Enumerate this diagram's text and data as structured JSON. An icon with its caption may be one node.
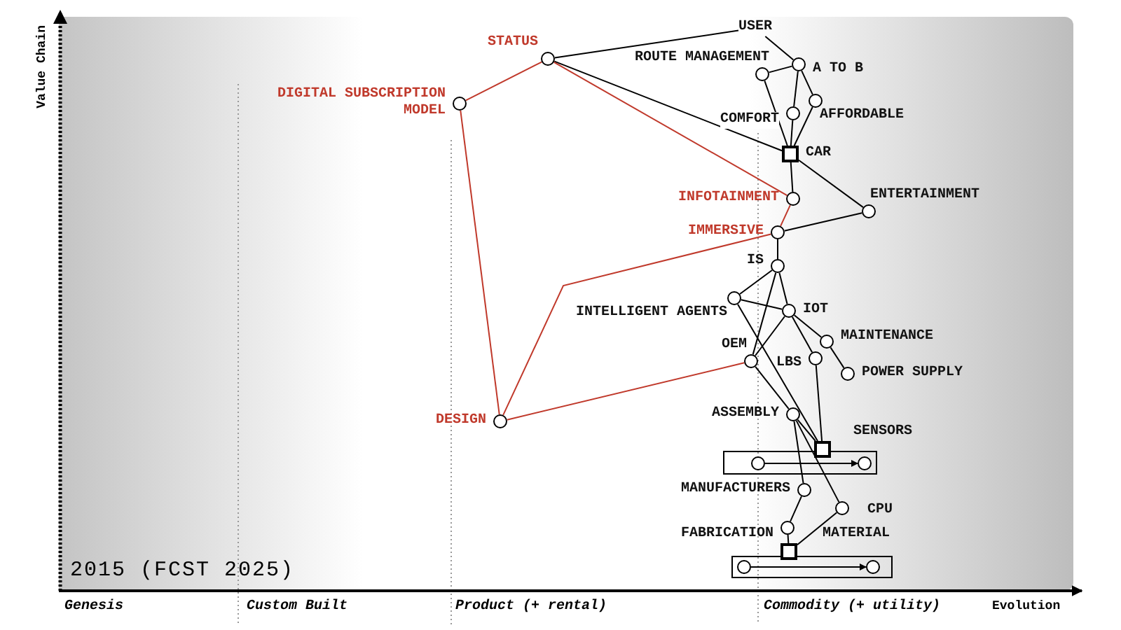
{
  "diagram": {
    "nodes": [
      {
        "text": [
          "USER"
        ]
      },
      {
        "text": [
          "STATUS"
        ]
      },
      {
        "text": [
          "DIGITAL SUBSCRIPTION MODEL"
        ]
      },
      {
        "text": [
          "A TO B"
        ]
      },
      {
        "text": [
          "ROUTE MANAGEMENT"
        ]
      },
      {
        "text": [
          "COMFORT"
        ]
      },
      {
        "text": [
          "AFFORDABLE"
        ]
      },
      {
        "text": [
          "CAR"
        ]
      },
      {
        "text": [
          "INFOTAINMENT"
        ]
      },
      {
        "text": [
          "ENTERTAINMENT"
        ]
      },
      {
        "text": [
          "IMMERSIVE"
        ]
      },
      {
        "text": [
          "IS"
        ]
      },
      {
        "text": [
          "INTELLIGENT AGENTS"
        ]
      },
      {
        "text": [
          "IOT"
        ]
      },
      {
        "text": [
          "MAINTENANCE"
        ]
      },
      {
        "text": [
          "OEM"
        ]
      },
      {
        "text": [
          "LBS"
        ]
      },
      {
        "text": [
          "POWER SUPPLY"
        ]
      },
      {
        "text": [
          "DESIGN"
        ]
      },
      {
        "text": [
          "ASSEMBLY"
        ]
      },
      {
        "text": [
          "SENSORS"
        ]
      },
      {
        "text": [],
        "shape": "box"
      },
      {
        "text": [],
        "shape": "circle",
        "in": 21
      },
      {
        "text": [],
        "shape": "circle",
        "in": 21
      },
      {
        "text": [
          "MANUFACTURERS"
        ]
      },
      {
        "text": [
          "CPU"
        ]
      },
      {
        "text": [
          "FABRICATION"
        ]
      },
      {
        "text": [
          "MATERIAL"
        ]
      },
      {
        "text": [],
        "shape": "box"
      },
      {
        "text": [],
        "shape": "circle",
        "in": 28
      },
      {
        "text": [],
        "shape": "circle",
        "in": 28
      }
    ],
    "edges": [
      {
        "from": 1,
        "to": 0,
        "arrow": "none"
      },
      {
        "from": 0,
        "to": 3,
        "arrow": "none"
      },
      {
        "from": 1,
        "to": 7,
        "arrow": "none"
      },
      {
        "from": 1,
        "to": 8,
        "arrow": "none",
        "color": "#c0392b"
      },
      {
        "from": 1,
        "to": 2,
        "arrow": "none",
        "color": "#c0392b"
      },
      {
        "from": 2,
        "to": 18,
        "arrow": "none",
        "color": "#c0392b"
      },
      {
        "from": 3,
        "to": 4,
        "arrow": "none"
      },
      {
        "from": 3,
        "to": 5,
        "arrow": "none"
      },
      {
        "from": 3,
        "to": 6,
        "arrow": "none"
      },
      {
        "from": 4,
        "to": 7,
        "arrow": "none"
      },
      {
        "from": 5,
        "to": 7,
        "arrow": "none"
      },
      {
        "from": 6,
        "to": 7,
        "arrow": "none"
      },
      {
        "from": 7,
        "to": 8,
        "arrow": "none"
      },
      {
        "from": 7,
        "to": 9,
        "arrow": "none"
      },
      {
        "from": 8,
        "to": 10,
        "arrow": "none",
        "color": "#c0392b"
      },
      {
        "from": 9,
        "to": 10,
        "arrow": "none"
      },
      {
        "from": 10,
        "to": 18,
        "arrow": "none",
        "color": "#c0392b"
      },
      {
        "from": 15,
        "to": 18,
        "arrow": "none",
        "color": "#c0392b"
      },
      {
        "from": 10,
        "to": 11,
        "arrow": "none"
      },
      {
        "from": 11,
        "to": 12,
        "arrow": "none"
      },
      {
        "from": 11,
        "to": 13,
        "arrow": "none"
      },
      {
        "from": 11,
        "to": 15,
        "arrow": "none"
      },
      {
        "from": 12,
        "to": 13,
        "arrow": "none"
      },
      {
        "from": 12,
        "to": 20,
        "arrow": "none"
      },
      {
        "from": 13,
        "to": 15,
        "arrow": "none"
      },
      {
        "from": 13,
        "to": 16,
        "arrow": "none"
      },
      {
        "from": 13,
        "to": 14,
        "arrow": "none"
      },
      {
        "from": 14,
        "to": 17,
        "arrow": "none"
      },
      {
        "from": 16,
        "to": 20,
        "arrow": "none"
      },
      {
        "from": 15,
        "to": 19,
        "arrow": "none"
      },
      {
        "from": 19,
        "to": 20,
        "arrow": "none"
      },
      {
        "from": 19,
        "to": 24,
        "arrow": "none"
      },
      {
        "from": 19,
        "to": 25,
        "arrow": "none"
      },
      {
        "from": 24,
        "to": 26,
        "arrow": "none"
      },
      {
        "from": 26,
        "to": 27,
        "arrow": "none"
      },
      {
        "from": 25,
        "to": 27,
        "arrow": "none"
      },
      {
        "from": 22,
        "to": 23,
        "arrow": "to"
      },
      {
        "from": 29,
        "to": 30,
        "arrow": "to"
      }
    ],
    "labels": [
      "Value Chain",
      "2015 (FCST 2025)",
      "Genesis",
      "Custom Built",
      "Product (+ rental)",
      "Commodity (+ utility)",
      "Evolution"
    ]
  }
}
